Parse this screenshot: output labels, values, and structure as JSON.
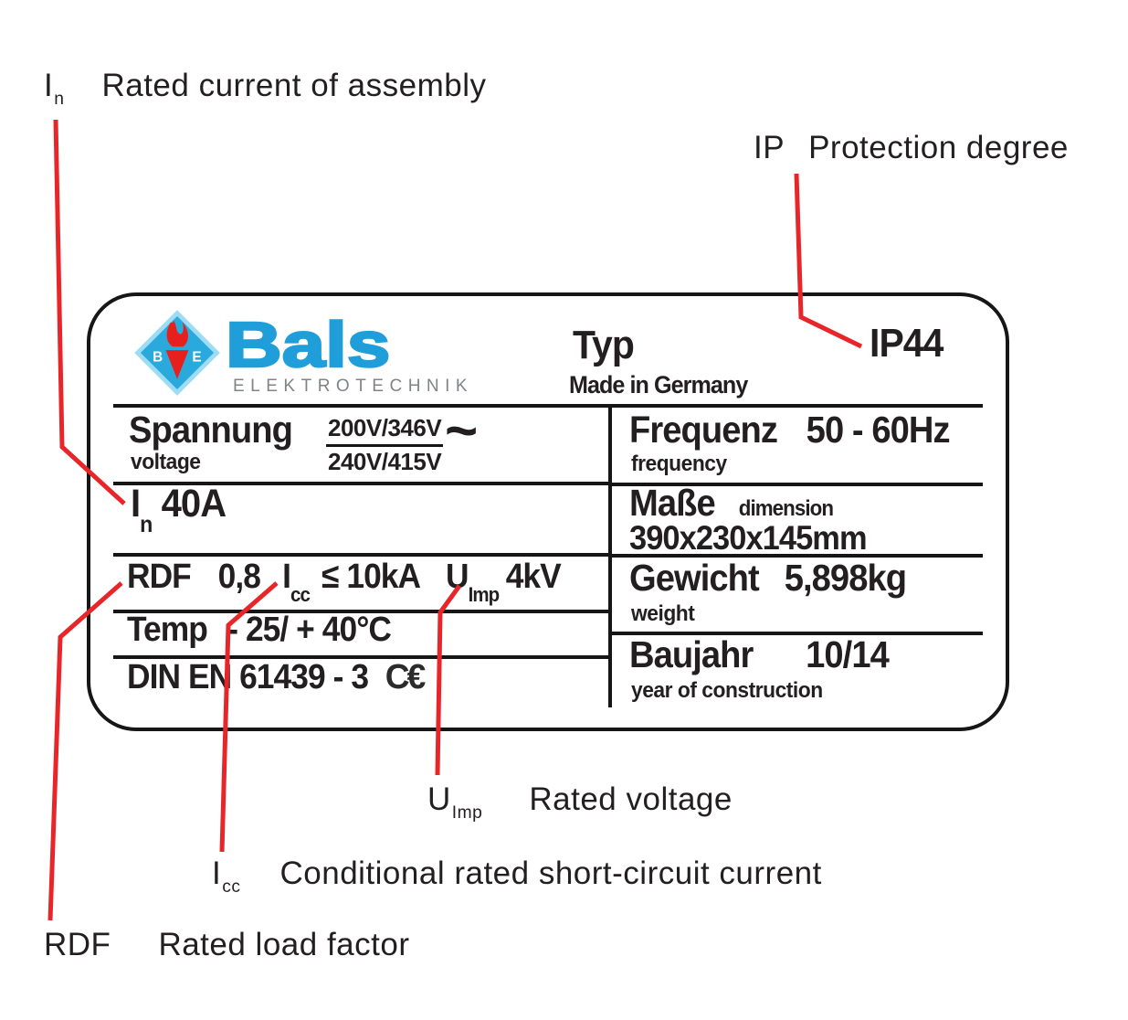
{
  "annotations": {
    "in": {
      "symbol": "I",
      "sub": "n",
      "text": "Rated current of assembly"
    },
    "ip": {
      "symbol": "IP",
      "text": "Protection degree"
    },
    "uimp": {
      "symbol": "U",
      "sub": "Imp",
      "text": "Rated voltage"
    },
    "icc": {
      "symbol": "I",
      "sub": "cc",
      "text": "Conditional rated short-circuit current"
    },
    "rdf": {
      "symbol": "RDF",
      "text": "Rated load factor"
    }
  },
  "label": {
    "brand": {
      "name": "Bals",
      "subtitle": "ELEKTROTECHNIK",
      "logo_letters": [
        "B",
        "E"
      ]
    },
    "header": {
      "typ": "Typ",
      "made_in": "Made in Germany",
      "ip_rating": "IP44"
    },
    "rows": {
      "spannung": {
        "title": "Spannung",
        "subtitle": "voltage",
        "value_top": "200V/346V",
        "value_bottom": "240V/415V",
        "ac_symbol": "~"
      },
      "frequenz": {
        "title": "Frequenz",
        "value": "50 - 60Hz",
        "subtitle": "frequency"
      },
      "in": {
        "symbol": "I",
        "sub": "n",
        "value": "40A"
      },
      "masse": {
        "title": "Maße",
        "subtitle": "dimension",
        "value": "390x230x145mm"
      },
      "rdf": {
        "label": "RDF",
        "value": "0,8",
        "icc_base": "I",
        "icc_sub": "cc",
        "icc_value": "≤ 10kA",
        "uimp_base": "U",
        "uimp_sub": "Imp",
        "uimp_value": "4kV"
      },
      "gewicht": {
        "title": "Gewicht",
        "value": "5,898kg",
        "subtitle": "weight"
      },
      "temp": {
        "label": "Temp",
        "value": "- 25/ + 40°C"
      },
      "baujahr": {
        "title": "Baujahr",
        "value": "10/14",
        "subtitle": "year of construction"
      },
      "din": {
        "label": "DIN EN 61439 - 3",
        "ce": "C€"
      }
    }
  },
  "colors": {
    "callout_red": "#e8262a",
    "brand_blue": "#1f9ed9",
    "brand_gray": "#818487",
    "logo_red": "#e8201d",
    "text_black": "#231f20"
  }
}
